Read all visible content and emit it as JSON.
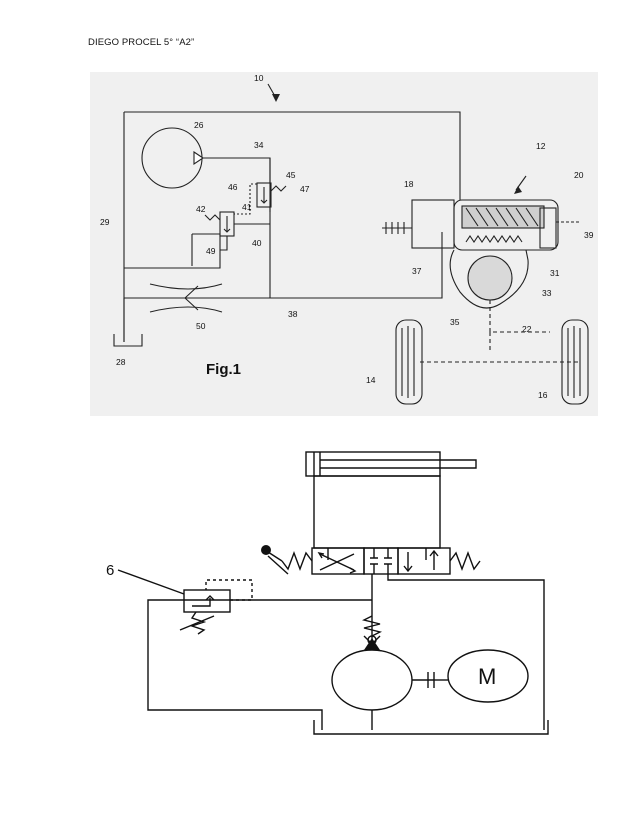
{
  "header": {
    "text": "DIEGO PROCEL 5° “A2”"
  },
  "figure1": {
    "caption": "Fig.1",
    "labels": [
      "10",
      "12",
      "14",
      "16",
      "18",
      "20",
      "22",
      "26",
      "28",
      "29",
      "31",
      "33",
      "34",
      "35",
      "37",
      "38",
      "39",
      "40",
      "41",
      "42",
      "45",
      "46",
      "47",
      "49",
      "50"
    ]
  },
  "figure2": {
    "labels": [
      "6",
      "M"
    ]
  }
}
